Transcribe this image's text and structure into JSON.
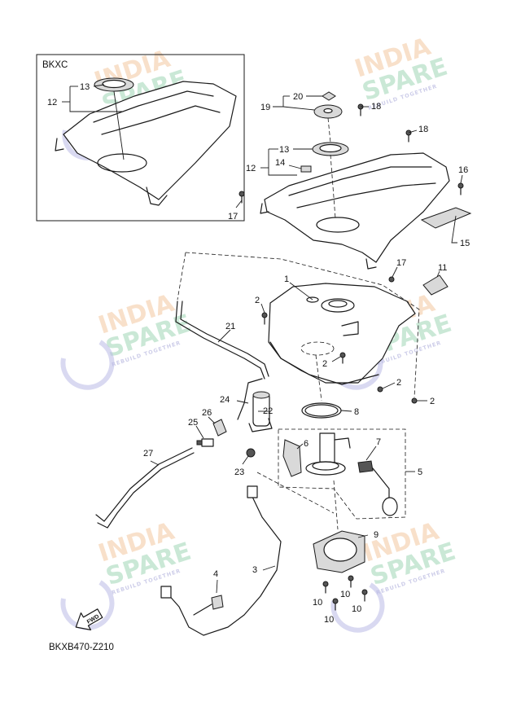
{
  "inset": {
    "title": "BKXC"
  },
  "diagram_code": "BKXB470-Z210",
  "fwd_arrow": "FWD",
  "watermark": {
    "line1": "INDIA",
    "line2": "SPARE",
    "tagline": "REBUILD TOGETHER"
  },
  "callouts": {
    "c1": "1",
    "c2a": "2",
    "c2b": "2",
    "c2c": "2",
    "c2d": "2",
    "c3": "3",
    "c4": "4",
    "c5": "5",
    "c6": "6",
    "c7": "7",
    "c8": "8",
    "c9": "9",
    "c10a": "10",
    "c10b": "10",
    "c10c": "10",
    "c10d": "10",
    "c11": "11",
    "c12a": "12",
    "c12b": "12",
    "c13a": "13",
    "c13b": "13",
    "c14": "14",
    "c15": "15",
    "c16": "16",
    "c17a": "17",
    "c17b": "17",
    "c18a": "18",
    "c18b": "18",
    "c19": "19",
    "c20": "20",
    "c21": "21",
    "c22": "22",
    "c23": "23",
    "c24": "24",
    "c25": "25",
    "c26": "26",
    "c27": "27"
  }
}
